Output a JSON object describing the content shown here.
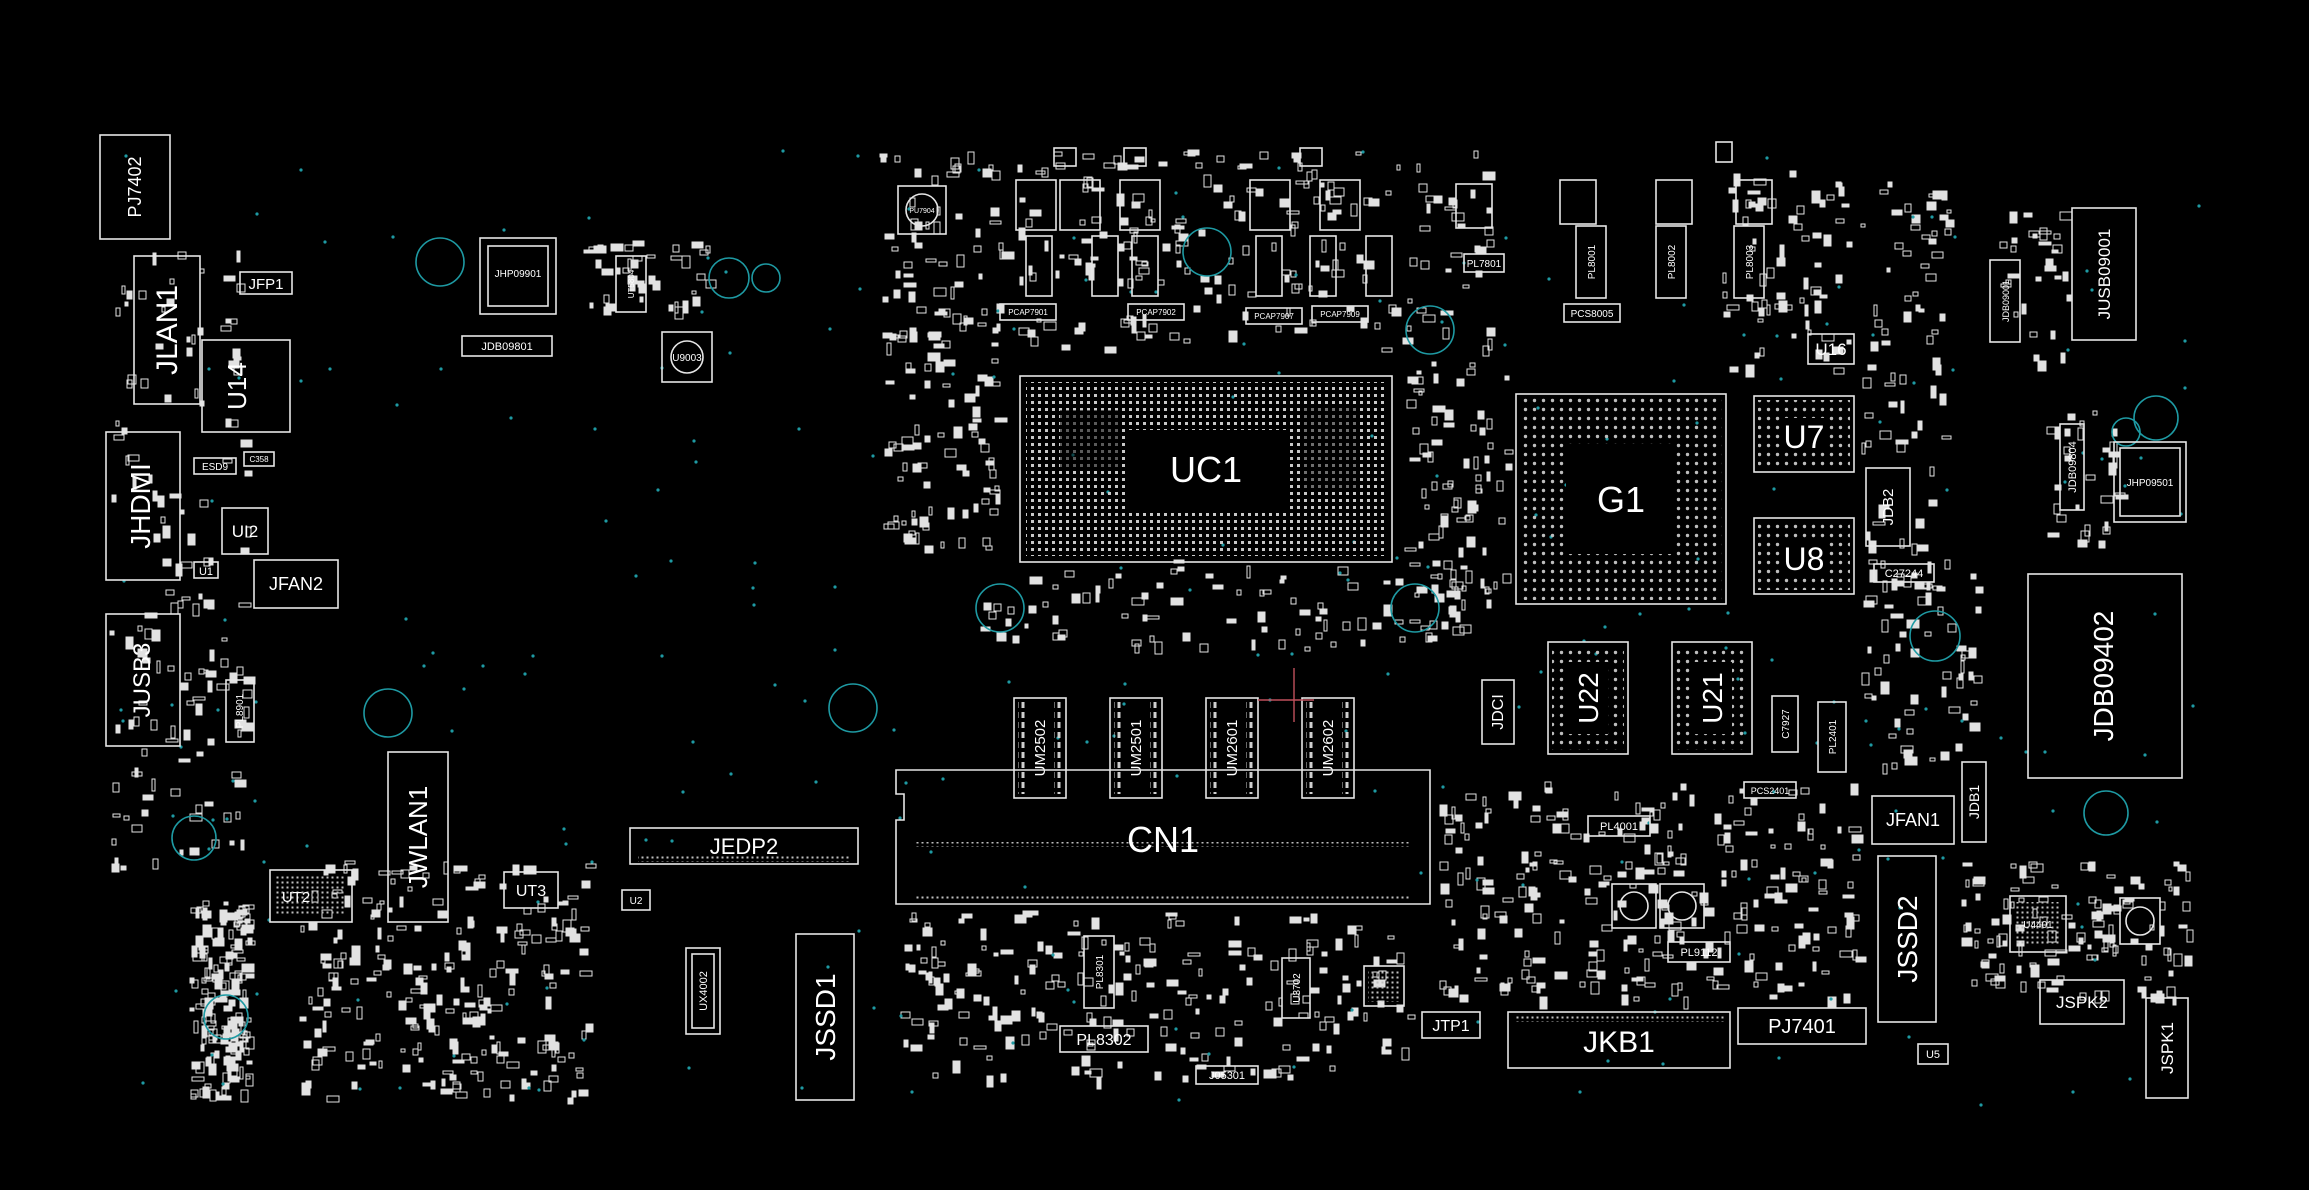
{
  "labels": {
    "pj7402": "PJ7402",
    "jlan1": "JLAN1",
    "jfp1": "JFP1",
    "u14": "U14",
    "jhdmi": "JHDMI",
    "esd9": "ESD9",
    "c358": "C358",
    "ui2": "UI2",
    "u1": "U1",
    "jfan2": "JFAN2",
    "jusb3": "JUSB3",
    "pl8901": "PL8901",
    "jwlan1": "JWLAN1",
    "ut2": "UT2",
    "ut3": "UT3",
    "u2": "U2",
    "jedp2": "JEDP2",
    "ux4002": "UX4002",
    "jssd1": "JSSD1",
    "jhp09901": "JHP09901",
    "jdb09801": "JDB09801",
    "ut5804": "UT5804",
    "u9003": "U9003",
    "uc1": "UC1",
    "g1": "G1",
    "u7": "U7",
    "u8": "U8",
    "u16": "U16",
    "jdb2": "JDB2",
    "c27244": "C27244",
    "u22": "U22",
    "u21": "U21",
    "jdci": "JDCI",
    "c7927": "C7927",
    "pl2401": "PL2401",
    "pcs2401": "PCS2401",
    "pl4001": "PL4001",
    "pl9112": "PL9112",
    "jfan1": "JFAN1",
    "jdb1": "JDB1",
    "jssd2": "JSSD2",
    "um2502": "UM2502",
    "um2501": "UM2501",
    "um2601": "UM2601",
    "um2602": "UM2602",
    "cn1": "CN1",
    "pl8301": "PL8301",
    "pl8302": "PL8302",
    "j05301": "J05301",
    "u3702": "U3702",
    "jtp1": "JTP1",
    "jkb1": "JKB1",
    "pj7401": "PJ7401",
    "u5": "U5",
    "u4401": "U4401",
    "jspk2": "JSPK2",
    "jspk1": "JSPK1",
    "jusb09001": "JUSB09001",
    "jdb09001": "JDB09001",
    "jdb09804": "JDB09804",
    "jhp09501": "JHP09501",
    "jdb09402": "JDB09402",
    "pcs8005": "PCS8005",
    "pl8001": "PL8001",
    "pl8002": "PL8002",
    "pl8003": "PL8003",
    "pl7801": "PL7801",
    "pcap7901": "PCAP7901",
    "pcap7902": "PCAP7902",
    "pcap7907": "PCAP7907",
    "pcap7909": "PCAP7909",
    "pu7904": "PU7904"
  },
  "colors": {
    "background": "#000000",
    "outline": "#e6e6e6",
    "hole": "#1e9aa3",
    "cursor": "#c0505c"
  }
}
